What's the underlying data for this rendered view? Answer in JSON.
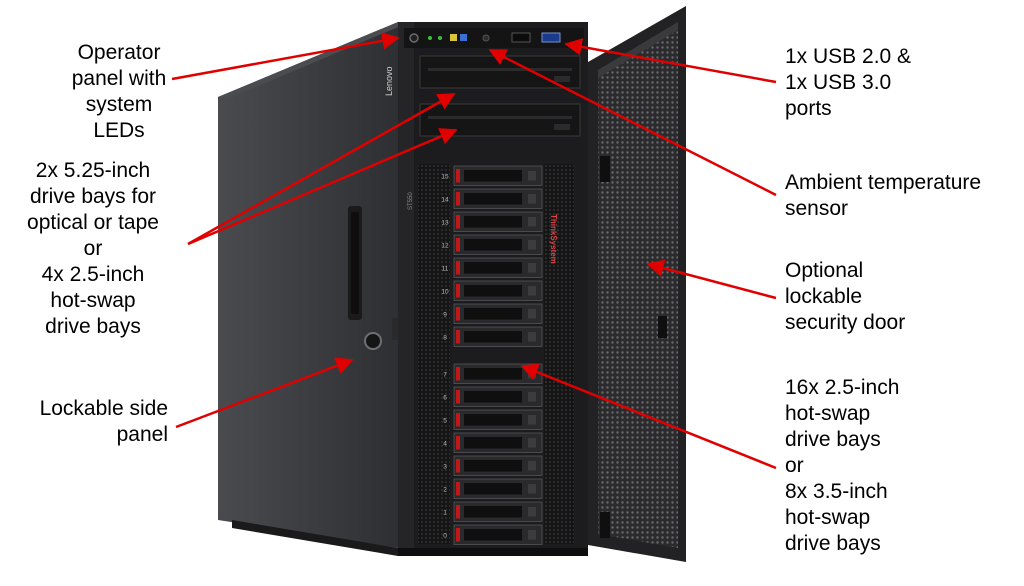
{
  "labels": {
    "operator_panel": "Operator\npanel with\nsystem LEDs",
    "drive_bays_525": "2x 5.25-inch\ndrive bays for\noptical or tape\nor\n4x 2.5-inch\nhot-swap\ndrive bays",
    "side_panel": "Lockable side\npanel",
    "usb_ports": "1x USB 2.0 &\n1x USB 3.0\nports",
    "temp_sensor": "Ambient temperature\nsensor",
    "security_door": "Optional\nlockable\nsecurity door",
    "drive_bays_16": "16x 2.5-inch\nhot-swap\ndrive bays\nor\n8x 3.5-inch\nhot-swap\ndrive bays"
  },
  "brand": {
    "vendor": "Lenovo",
    "product": "ThinkSystem",
    "model": "ST550"
  },
  "bay_numbers": [
    "15",
    "14",
    "13",
    "12",
    "11",
    "10",
    "9",
    "8",
    "7",
    "6",
    "5",
    "4",
    "3",
    "2",
    "1",
    "0"
  ],
  "colors": {
    "arrow": "#e00000",
    "chassis_dark": "#1c1c1e",
    "side_panel": "#3a3b3e",
    "bay_latch": "#c01818"
  }
}
